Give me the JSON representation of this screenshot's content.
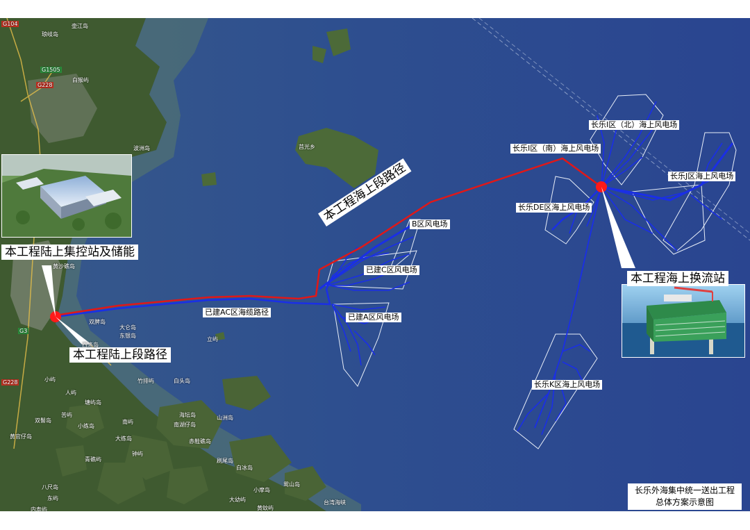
{
  "map": {
    "labels": {
      "zone_i_north": "长乐I区（北）海上风电场",
      "zone_i_south": "长乐I区（南）海上风电场",
      "zone_j": "长乐J区海上风电场",
      "zone_de": "长乐DE区海上风电场",
      "zone_k": "长乐K区海上风电场",
      "zone_b": "B区风电场",
      "zone_c": "已建C区风电场",
      "zone_a": "已建A区风电场",
      "ac_route": "已建AC区海缆路径"
    },
    "callouts": {
      "land_station": "本工程陆上集控站及储能",
      "sea_route": "本工程海上段路径",
      "converter": "本工程海上换流站",
      "land_route": "本工程陆上段路径"
    },
    "places": [
      {
        "key": "p1",
        "name": "壶江岛"
      },
      {
        "key": "p2",
        "name": "琅岐岛"
      },
      {
        "key": "p3",
        "name": "白猴屿"
      },
      {
        "key": "p4",
        "name": "波洲岛"
      },
      {
        "key": "p5",
        "name": "莒光乡"
      },
      {
        "key": "p6",
        "name": "黄沙礁岛"
      },
      {
        "key": "p7",
        "name": "双脾岛"
      },
      {
        "key": "p8",
        "name": "大仑岛"
      },
      {
        "key": "p9",
        "name": "东银岛"
      },
      {
        "key": "p10",
        "name": "西洛岛"
      },
      {
        "key": "p11",
        "name": "立屿"
      },
      {
        "key": "p12",
        "name": "竹排屿"
      },
      {
        "key": "p13",
        "name": "白头岛"
      },
      {
        "key": "p14",
        "name": "塘屿岛"
      },
      {
        "key": "p15",
        "name": "双髻岛"
      },
      {
        "key": "p16",
        "name": "苦屿"
      },
      {
        "key": "p17",
        "name": "小练岛"
      },
      {
        "key": "p18",
        "name": "南屿"
      },
      {
        "key": "p19",
        "name": "海坛岛"
      },
      {
        "key": "p20",
        "name": "南湖仔岛"
      },
      {
        "key": "p21",
        "name": "山洲岛"
      },
      {
        "key": "p22",
        "name": "黄官仔岛"
      },
      {
        "key": "p23",
        "name": "大练岛"
      },
      {
        "key": "p24",
        "name": "赤鞋礁岛"
      },
      {
        "key": "p25",
        "name": "青礁屿"
      },
      {
        "key": "p26",
        "name": "钟屿"
      },
      {
        "key": "p27",
        "name": "刷尾岛"
      },
      {
        "key": "p28",
        "name": "白冰岛"
      },
      {
        "key": "p29",
        "name": "八尺岛"
      },
      {
        "key": "p30",
        "name": "鸳山岛"
      },
      {
        "key": "p31",
        "name": "小摩岛"
      },
      {
        "key": "p32",
        "name": "东屿"
      },
      {
        "key": "p33",
        "name": "大幼屿"
      },
      {
        "key": "p34",
        "name": "黄蚊屿"
      },
      {
        "key": "p35",
        "name": "内寿屿"
      },
      {
        "key": "p36",
        "name": "台湾海峡"
      },
      {
        "key": "p37",
        "name": "人屿"
      },
      {
        "key": "p38",
        "name": "小屿"
      }
    ],
    "road_labels": {
      "g1": "G104",
      "g2": "G1505",
      "g3": "G228",
      "g4": "G3",
      "g5": "G228"
    },
    "colors": {
      "sea": "#2e4a8c",
      "land": "#3d5a2c",
      "export_cable": "#e01818",
      "array_cable": "#1a2fe6",
      "outline": "#e8eef8"
    }
  },
  "title": {
    "line1": "长乐外海集中统一送出工程",
    "line2": "总体方案示意图"
  }
}
